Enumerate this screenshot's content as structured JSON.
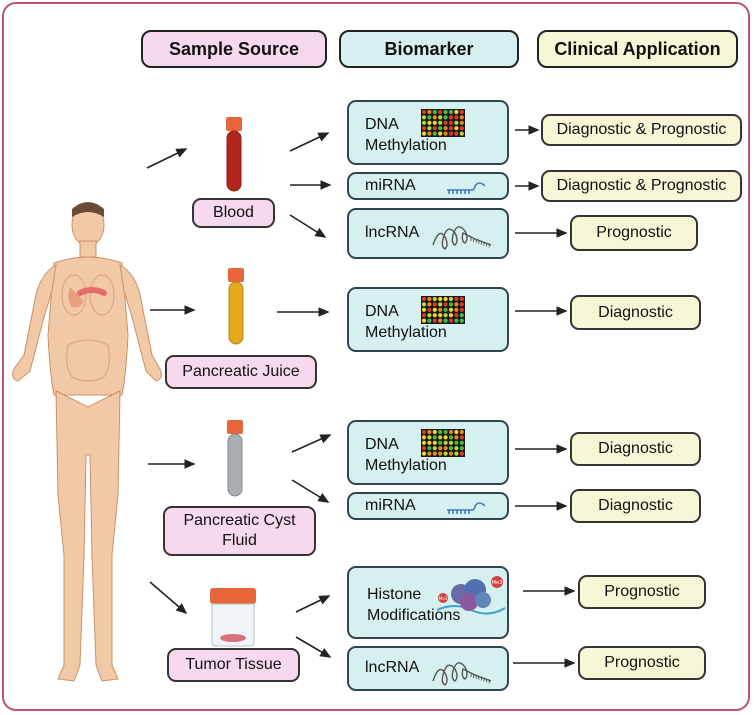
{
  "headers": {
    "sample_source": "Sample Source",
    "biomarker": "Biomarker",
    "clinical_application": "Clinical Application"
  },
  "sources": {
    "blood": "Blood",
    "pancreatic_juice": "Pancreatic Juice",
    "pancreatic_cyst_fluid": "Pancreatic Cyst Fluid",
    "tumor_tissue": "Tumor Tissue"
  },
  "biomarkers": {
    "blood_dna_line1": "DNA",
    "blood_dna_line2": "Methylation",
    "blood_mirna": "miRNA",
    "blood_lncrna": "lncRNA",
    "juice_dna_line1": "DNA",
    "juice_dna_line2": "Methylation",
    "cyst_dna_line1": "DNA",
    "cyst_dna_line2": "Methylation",
    "cyst_mirna": "miRNA",
    "tissue_histone_line1": "Histone",
    "tissue_histone_line2": "Modifications",
    "tissue_lncrna": "lncRNA"
  },
  "applications": {
    "blood_dna": "Diagnostic & Prognostic",
    "blood_mirna": "Diagnostic & Prognostic",
    "blood_lncrna": "Prognostic",
    "juice_dna": "Diagnostic",
    "cyst_dna": "Diagnostic",
    "cyst_mirna": "Diagnostic",
    "tissue_histone": "Prognostic",
    "tissue_lncrna": "Prognostic"
  },
  "histone_badge": "Me3",
  "colors": {
    "frame": "#b5566c",
    "source_pill": "#f6d9ec",
    "biomarker_box": "#d6efef",
    "application_box": "#f7f6d6",
    "blood": "#b3261e",
    "pancreatic_juice": "#e3a81c",
    "cyst_fluid": "#a9aeb3",
    "tube_cap": "#e8653a"
  },
  "icons": [
    "human-body-icon",
    "blood-tube-icon",
    "juice-tube-icon",
    "cyst-tube-icon",
    "tissue-jar-icon",
    "methylation-array-icon",
    "mirna-icon",
    "lncrna-icon",
    "histone-icon"
  ]
}
